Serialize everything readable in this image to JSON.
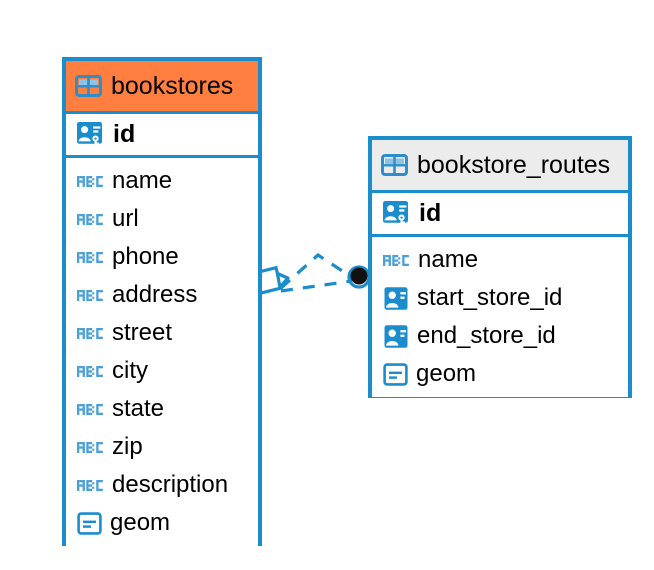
{
  "diagram": {
    "type": "entity-relationship-diagram",
    "background": "#ffffff",
    "colors": {
      "border": "#1b8dcd",
      "header_accent": "#ff7f41",
      "header_neutral": "#ececec",
      "icon_blue": "#1b8dcd",
      "abc_blue": "#4a9fd5",
      "connector": "#1b8dcd",
      "endpoint_dot": "#111111",
      "text": "#000000"
    },
    "entities": [
      {
        "name": "bookstores",
        "header_style": "accent-orange",
        "table_icon": "table-icon",
        "primary_key": {
          "label": "id",
          "icon": "primary-key-icon"
        },
        "fields": [
          {
            "label": "name",
            "icon": "text-type-icon"
          },
          {
            "label": "url",
            "icon": "text-type-icon"
          },
          {
            "label": "phone",
            "icon": "text-type-icon"
          },
          {
            "label": "address",
            "icon": "text-type-icon"
          },
          {
            "label": "street",
            "icon": "text-type-icon"
          },
          {
            "label": "city",
            "icon": "text-type-icon"
          },
          {
            "label": "state",
            "icon": "text-type-icon"
          },
          {
            "label": "zip",
            "icon": "text-type-icon"
          },
          {
            "label": "description",
            "icon": "text-type-icon"
          },
          {
            "label": "geom",
            "icon": "geometry-type-icon"
          }
        ]
      },
      {
        "name": "bookstore_routes",
        "header_style": "accent-gray",
        "table_icon": "table-icon",
        "primary_key": {
          "label": "id",
          "icon": "primary-key-icon"
        },
        "fields": [
          {
            "label": "name",
            "icon": "text-type-icon"
          },
          {
            "label": "start_store_id",
            "icon": "foreign-key-icon"
          },
          {
            "label": "end_store_id",
            "icon": "foreign-key-icon"
          },
          {
            "label": "geom",
            "icon": "geometry-type-icon"
          }
        ]
      }
    ],
    "relationship": {
      "from_entity": "bookstores",
      "to_entity": "bookstore_routes",
      "line_style": "dashed",
      "source_marker": "crows-foot-diamond-marker",
      "target_marker": "filled-circle-marker"
    }
  }
}
